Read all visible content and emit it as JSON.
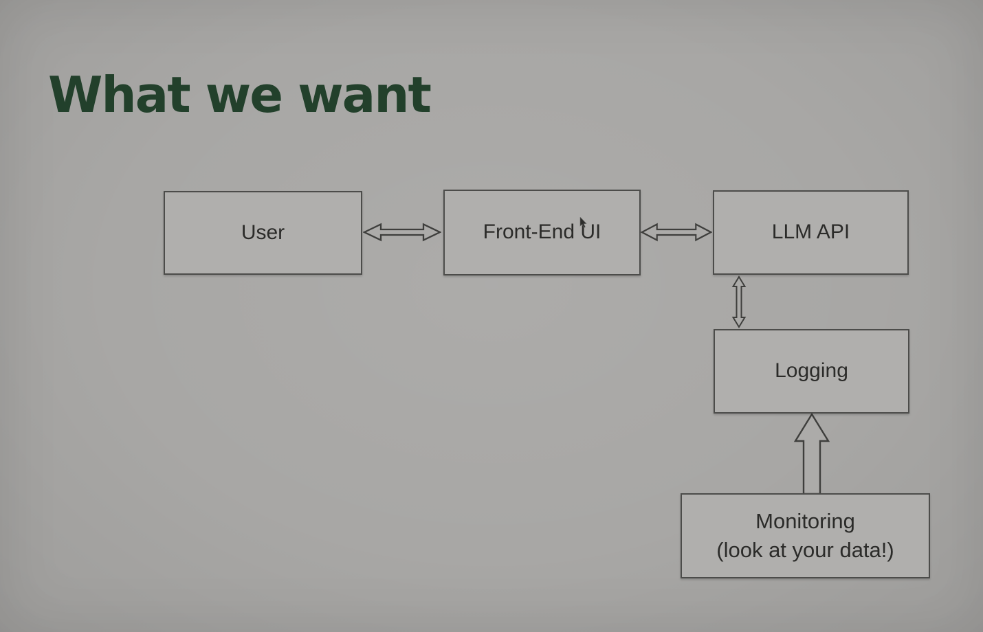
{
  "slide": {
    "title": "What we want"
  },
  "colors": {
    "background": "#a8a7a5",
    "box_fill": "#b0afad",
    "box_border": "#4c4c4a",
    "box_text": "#2b2b29",
    "title_text": "#22402b",
    "arrow_stroke": "#3e3e3c",
    "arrow_fill": "#acaba9"
  },
  "diagram": {
    "nodes": [
      {
        "id": "user",
        "label": "User"
      },
      {
        "id": "front-end-ui",
        "label": "Front-End UI"
      },
      {
        "id": "llm-api",
        "label": "LLM API"
      },
      {
        "id": "logging",
        "label": "Logging"
      },
      {
        "id": "monitoring",
        "label_line1": "Monitoring",
        "label_line2": "(look at your data!)"
      }
    ],
    "connections": [
      {
        "from": "user",
        "to": "front-end-ui",
        "type": "double-headed-horizontal-arrow"
      },
      {
        "from": "front-end-ui",
        "to": "llm-api",
        "type": "double-headed-horizontal-arrow"
      },
      {
        "from": "llm-api",
        "to": "logging",
        "type": "double-headed-vertical-arrow"
      },
      {
        "from": "monitoring",
        "to": "logging",
        "type": "block-arrow-up"
      }
    ]
  }
}
